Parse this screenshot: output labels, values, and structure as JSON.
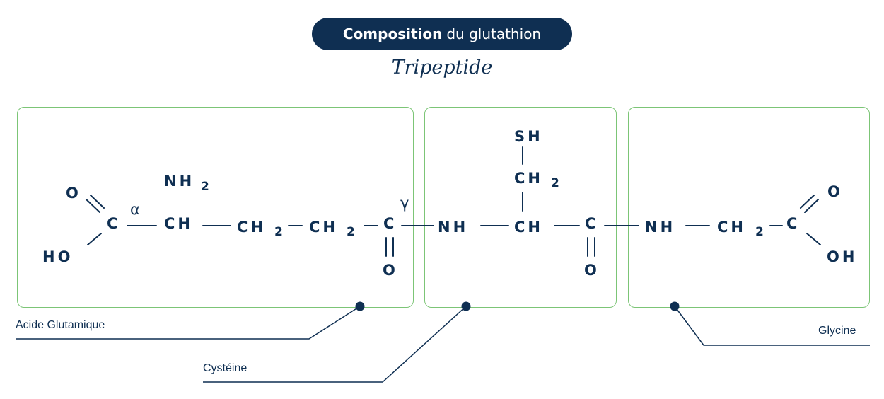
{
  "header": {
    "title_bold": "Composition",
    "title_rest": "du glutathion",
    "subtitle": "Tripeptide"
  },
  "molecule": {
    "glu": {
      "o_top": "O",
      "ho": "HO",
      "c1": "C",
      "alpha": "α",
      "nh": "NH",
      "nh_sub": "2",
      "ch": "CH",
      "ch2a": "CH",
      "ch2a_sub": "2",
      "ch2b": "CH",
      "ch2b_sub": "2",
      "gamma": "γ",
      "c2": "C",
      "o_bottom": "O"
    },
    "cys": {
      "nh": "NH",
      "sh": "SH",
      "ch2": "CH",
      "ch2_sub": "2",
      "ch": "CH",
      "c": "C",
      "o_bottom": "O"
    },
    "gly": {
      "nh": "NH",
      "ch2": "CH",
      "ch2_sub": "2",
      "c": "C",
      "o_top": "O",
      "oh": "OH"
    }
  },
  "labels": {
    "glu": "Acide Glutamique",
    "cys": "Cystéine",
    "gly": "Glycine"
  },
  "colors": {
    "navy": "#0f2f52",
    "box_border": "#7cc576",
    "background": "#ffffff"
  }
}
